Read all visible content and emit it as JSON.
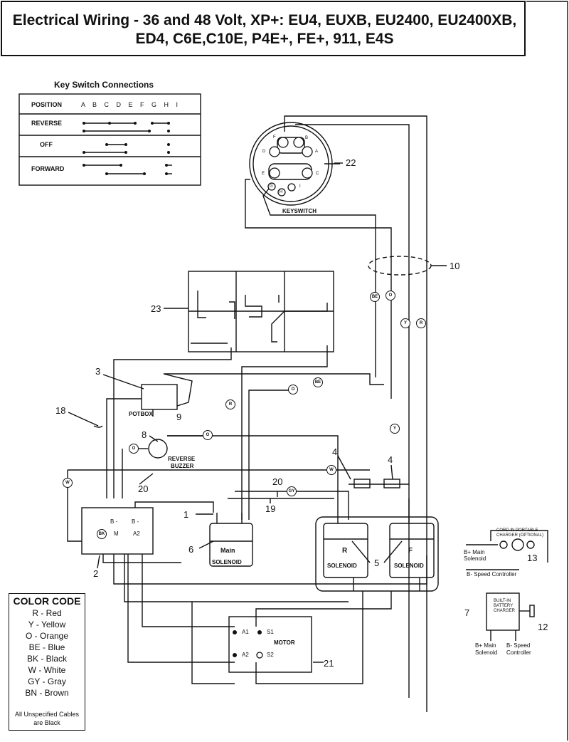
{
  "title": {
    "line1": "Electrical Wiring - 36 and 48 Volt, XP+: EU4, EUXB, EU2400, EU2400XB,",
    "line2": "ED4, C6E,C10E, P4E+, FE+, 911, E4S"
  },
  "key_switch": {
    "title": "Key Switch Connections",
    "position_label": "POSITION",
    "columns": "A B C D E F G H I",
    "rows": [
      "REVERSE",
      "OFF",
      "FORWARD"
    ]
  },
  "components": {
    "keyswitch": "KEYSWITCH",
    "potbox": "POTBOX",
    "reverse_buzzer_1": "REVERSE",
    "reverse_buzzer_2": "BUZZER",
    "main_solenoid_1": "Main",
    "main_solenoid_2": "SOLENOID",
    "solenoid_r_letter": "R",
    "solenoid_r": "SOLENOID",
    "solenoid_f_letter": "F",
    "solenoid_f": "SOLENOID",
    "motor": "MOTOR",
    "controller_bminus": "B -",
    "controller_bplus": "B -",
    "controller_m": "M",
    "controller_a2": "A2",
    "motor_a1": "A1",
    "motor_s1": "S1",
    "motor_a2": "A2",
    "motor_s2": "S2"
  },
  "keyswitch_letters": {
    "f": "F",
    "b": "B",
    "d": "D",
    "a": "A",
    "e": "E",
    "c": "C",
    "g": "G",
    "h": "H",
    "i": "I"
  },
  "callouts": {
    "n1": "1",
    "n2": "2",
    "n3": "3",
    "n4a": "4",
    "n4b": "4",
    "n5": "5",
    "n6": "6",
    "n7": "7",
    "n8": "8",
    "n9": "9",
    "n10": "10",
    "n12": "12",
    "n13": "13",
    "n18": "18",
    "n19": "19",
    "n20a": "20",
    "n20b": "20",
    "n21": "21",
    "n22": "22",
    "n23": "23"
  },
  "wire_tags": {
    "be1": "BE",
    "o1": "O",
    "y1": "Y",
    "r1": "R",
    "r2": "R",
    "o2": "O",
    "be2": "BE",
    "o3": "O",
    "o4": "O",
    "y2": "Y",
    "w1": "W",
    "w2": "W",
    "gy": "GY",
    "bk": "BK"
  },
  "charger_box": {
    "line1": "CORD IN PORTABLE",
    "line2": "CHARGER (OPTIONAL)",
    "bplus_label": "B+ Main",
    "bplus_label2": "Solenoid",
    "bminus_label": "B- Speed Controller"
  },
  "builtin_charger": {
    "line1": "BUILT-IN",
    "line2": "BATTERY",
    "line3": "CHARGER",
    "left1": "B+ Main",
    "left2": "Solenoid",
    "right1": "B- Speed",
    "right2": "Controller"
  },
  "color_code": {
    "title": "COLOR CODE",
    "items": [
      "R - Red",
      "Y - Yellow",
      "O - Orange",
      "BE - Blue",
      "BK - Black",
      "W - White",
      "GY - Gray",
      "BN - Brown"
    ],
    "note1": "All Unspecified Cables",
    "note2": "are Black"
  }
}
